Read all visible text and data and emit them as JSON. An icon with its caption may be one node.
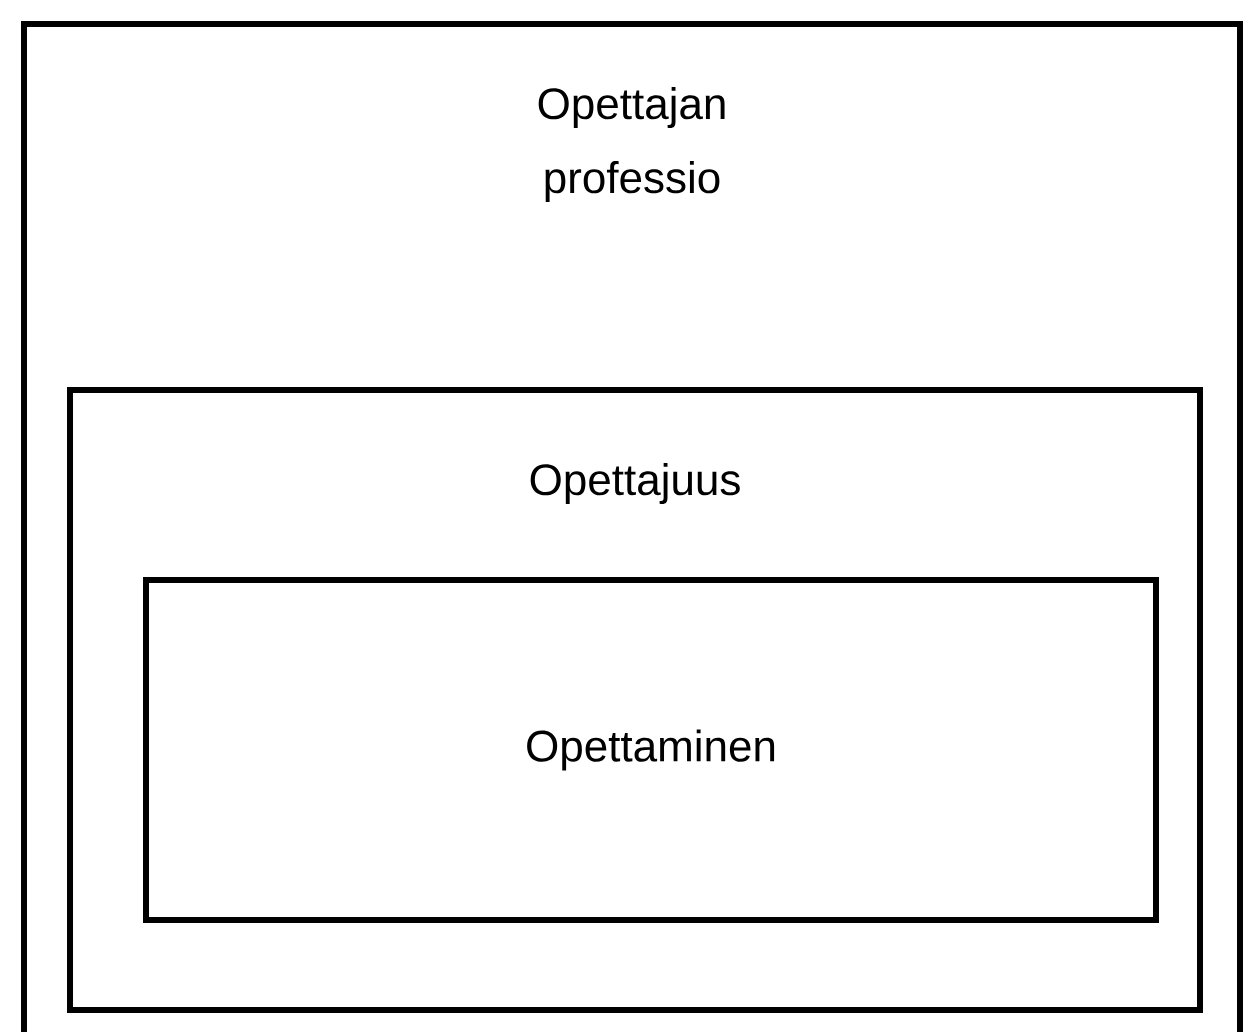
{
  "diagram": {
    "nodes": [
      {
        "text": [
          "Opettajan professio"
        ]
      },
      {
        "text": [
          "Opettajuus"
        ],
        "in": 0
      },
      {
        "text": [
          "Opettaminen"
        ],
        "in": 1
      }
    ]
  }
}
